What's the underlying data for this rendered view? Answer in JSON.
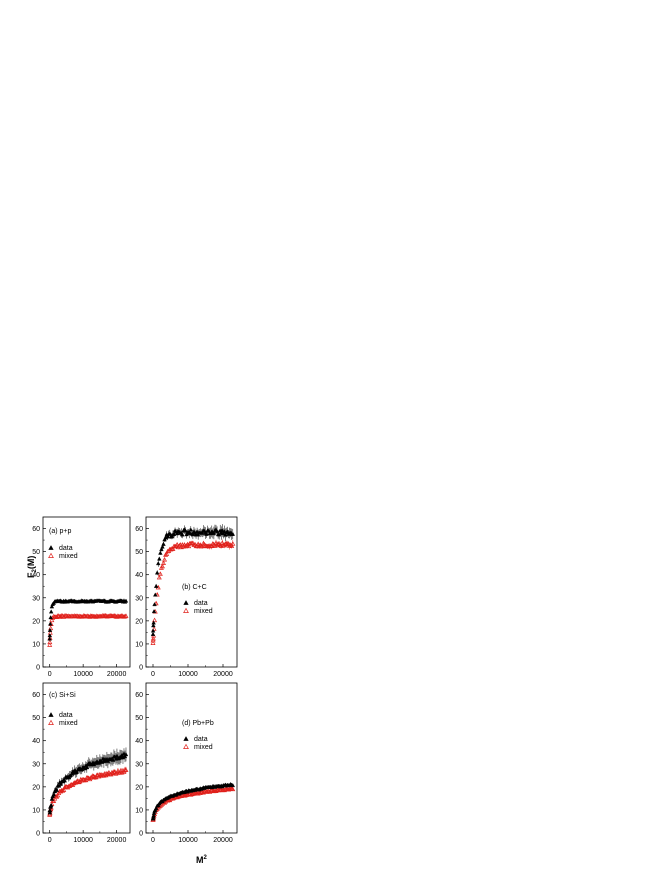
{
  "figure": {
    "ylabel_main": "F",
    "ylabel_sub": "2",
    "ylabel_tail": "(M)",
    "xlabel_main": "M",
    "xlabel_sup": "2"
  },
  "chart_data": [
    {
      "type": "scatter",
      "title": "(a) p+p",
      "xlim": [
        -2000,
        24000
      ],
      "ylim": [
        0,
        65
      ],
      "xticks": [
        "0",
        "10000",
        "20000"
      ],
      "yticks": [
        "0",
        "10",
        "20",
        "30",
        "40",
        "50",
        "60"
      ],
      "legend": [
        "data",
        "mixed"
      ],
      "legend_position": "top-left",
      "series": [
        {
          "name": "data",
          "color": "#000000",
          "marker": "filled-triangle",
          "model": {
            "kind": "sat",
            "y0": 12,
            "ymax": 28.5,
            "tau": 350,
            "noise": 0.3
          },
          "errors": 0.4
        },
        {
          "name": "mixed",
          "color": "#e0201b",
          "marker": "open-triangle",
          "model": {
            "kind": "sat",
            "y0": 9.5,
            "ymax": 22.0,
            "tau": 350,
            "noise": 0.3
          },
          "errors": 0.3
        }
      ]
    },
    {
      "type": "scatter",
      "title": "(b) C+C",
      "xlim": [
        -2000,
        24000
      ],
      "ylim": [
        0,
        65
      ],
      "xticks": [
        "0",
        "10000",
        "20000"
      ],
      "yticks": [
        "0",
        "10",
        "20",
        "30",
        "40",
        "50",
        "60"
      ],
      "legend": [
        "data",
        "mixed"
      ],
      "legend_position": "center-right",
      "series": [
        {
          "name": "data",
          "color": "#000000",
          "marker": "filled-triangle",
          "model": {
            "kind": "sat",
            "y0": 14,
            "ymax": 58.5,
            "tau": 1300,
            "noise": 1.2
          },
          "errors": 1.8
        },
        {
          "name": "mixed",
          "color": "#e0201b",
          "marker": "open-triangle",
          "model": {
            "kind": "sat",
            "y0": 10,
            "ymax": 53,
            "tau": 1700,
            "noise": 0.8
          },
          "errors": 0.9
        }
      ]
    },
    {
      "type": "scatter",
      "title": "(c) Si+Si",
      "xlim": [
        -2000,
        24000
      ],
      "ylim": [
        0,
        65
      ],
      "xticks": [
        "0",
        "10000",
        "20000"
      ],
      "yticks": [
        "0",
        "10",
        "20",
        "30",
        "40",
        "50",
        "60"
      ],
      "legend": [
        "data",
        "mixed"
      ],
      "legend_position": "top-left",
      "series": [
        {
          "name": "data",
          "color": "#000000",
          "marker": "filled-triangle",
          "model": {
            "kind": "log",
            "y0": 9,
            "a": 6.6,
            "b": 0.0018,
            "noise": 0.9
          },
          "errors": 2.0
        },
        {
          "name": "mixed",
          "color": "#e0201b",
          "marker": "open-triangle",
          "model": {
            "kind": "log",
            "y0": 8,
            "a": 4.8,
            "b": 0.0022,
            "noise": 0.6
          },
          "errors": 0.8
        }
      ]
    },
    {
      "type": "scatter",
      "title": "(d) Pb+Pb",
      "xlim": [
        -2000,
        24000
      ],
      "ylim": [
        0,
        65
      ],
      "xticks": [
        "0",
        "10000",
        "20000"
      ],
      "yticks": [
        "0",
        "10",
        "20",
        "30",
        "40",
        "50",
        "60"
      ],
      "legend": [
        "data",
        "mixed"
      ],
      "legend_position": "center-right",
      "series": [
        {
          "name": "data",
          "color": "#000000",
          "marker": "filled-triangle",
          "model": {
            "kind": "log",
            "y0": 6,
            "a": 3.4,
            "b": 0.0035,
            "noise": 0.3
          },
          "errors": 0.5
        },
        {
          "name": "mixed",
          "color": "#e0201b",
          "marker": "open-triangle",
          "model": {
            "kind": "log",
            "y0": 5.5,
            "a": 3.1,
            "b": 0.0035,
            "noise": 0.3
          },
          "errors": 0.4
        }
      ]
    }
  ]
}
